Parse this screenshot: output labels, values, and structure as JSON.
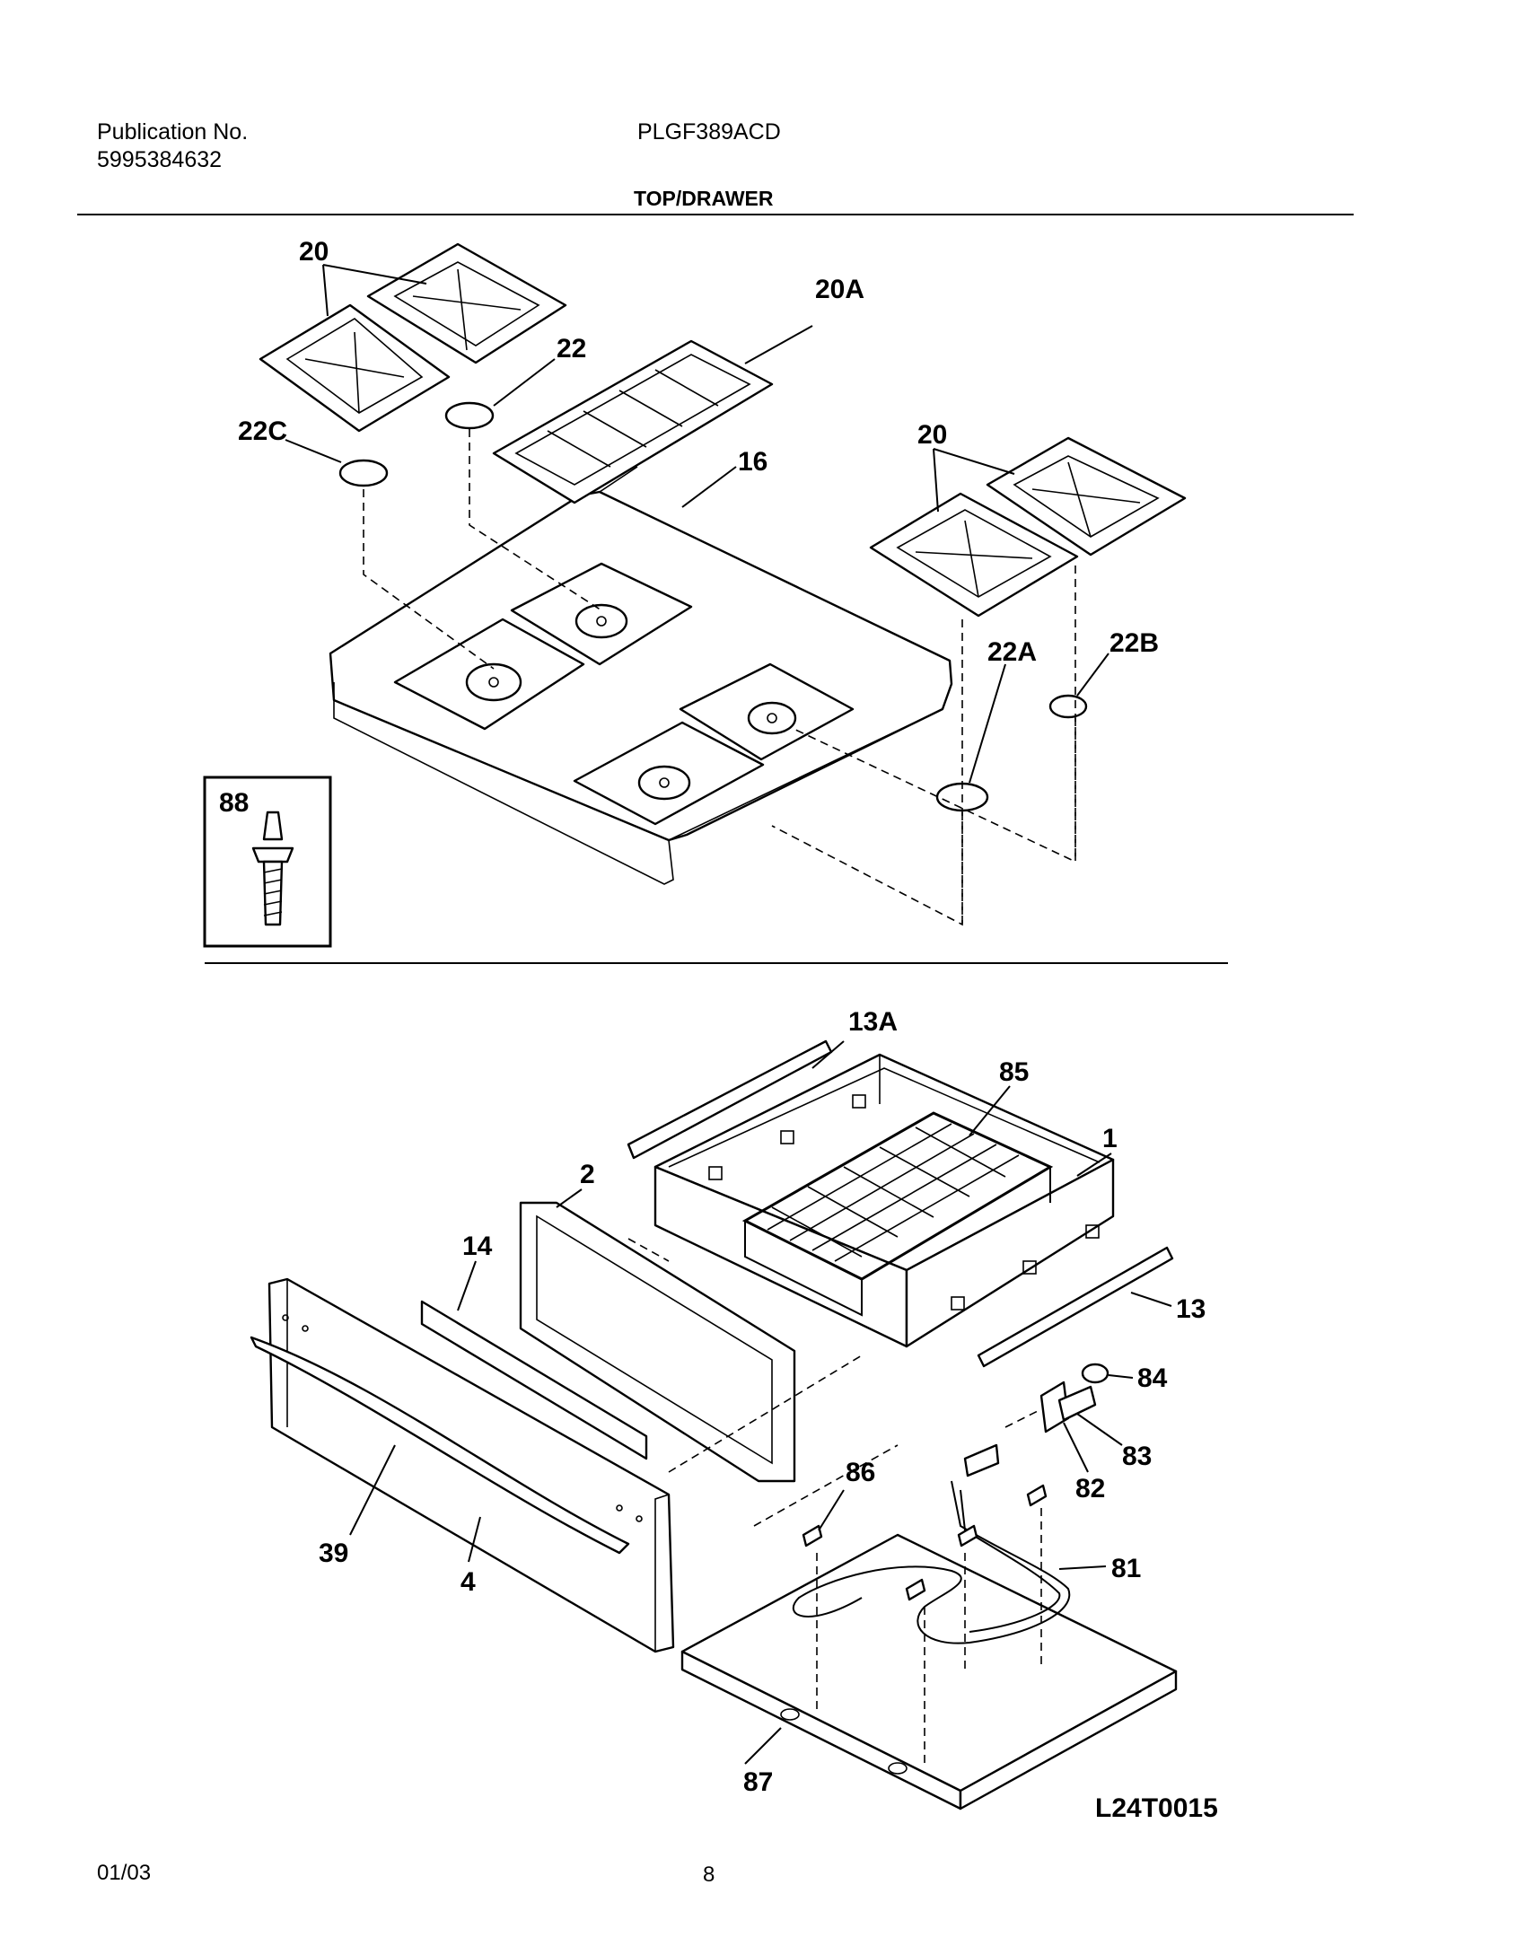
{
  "header": {
    "pub_label": "Publication No.",
    "pub_number": "5995384632",
    "model": "PLGF389ACD",
    "section_title": "TOP/DRAWER"
  },
  "callouts": {
    "top": [
      "20",
      "22",
      "20A",
      "22C",
      "16",
      "20",
      "22A",
      "22B",
      "88"
    ],
    "drawer": [
      "13A",
      "85",
      "1",
      "2",
      "14",
      "13",
      "84",
      "83",
      "82",
      "86",
      "81",
      "39",
      "4",
      "87"
    ]
  },
  "footer": {
    "date": "01/03",
    "page": "8",
    "diagram_code": "L24T0015"
  }
}
